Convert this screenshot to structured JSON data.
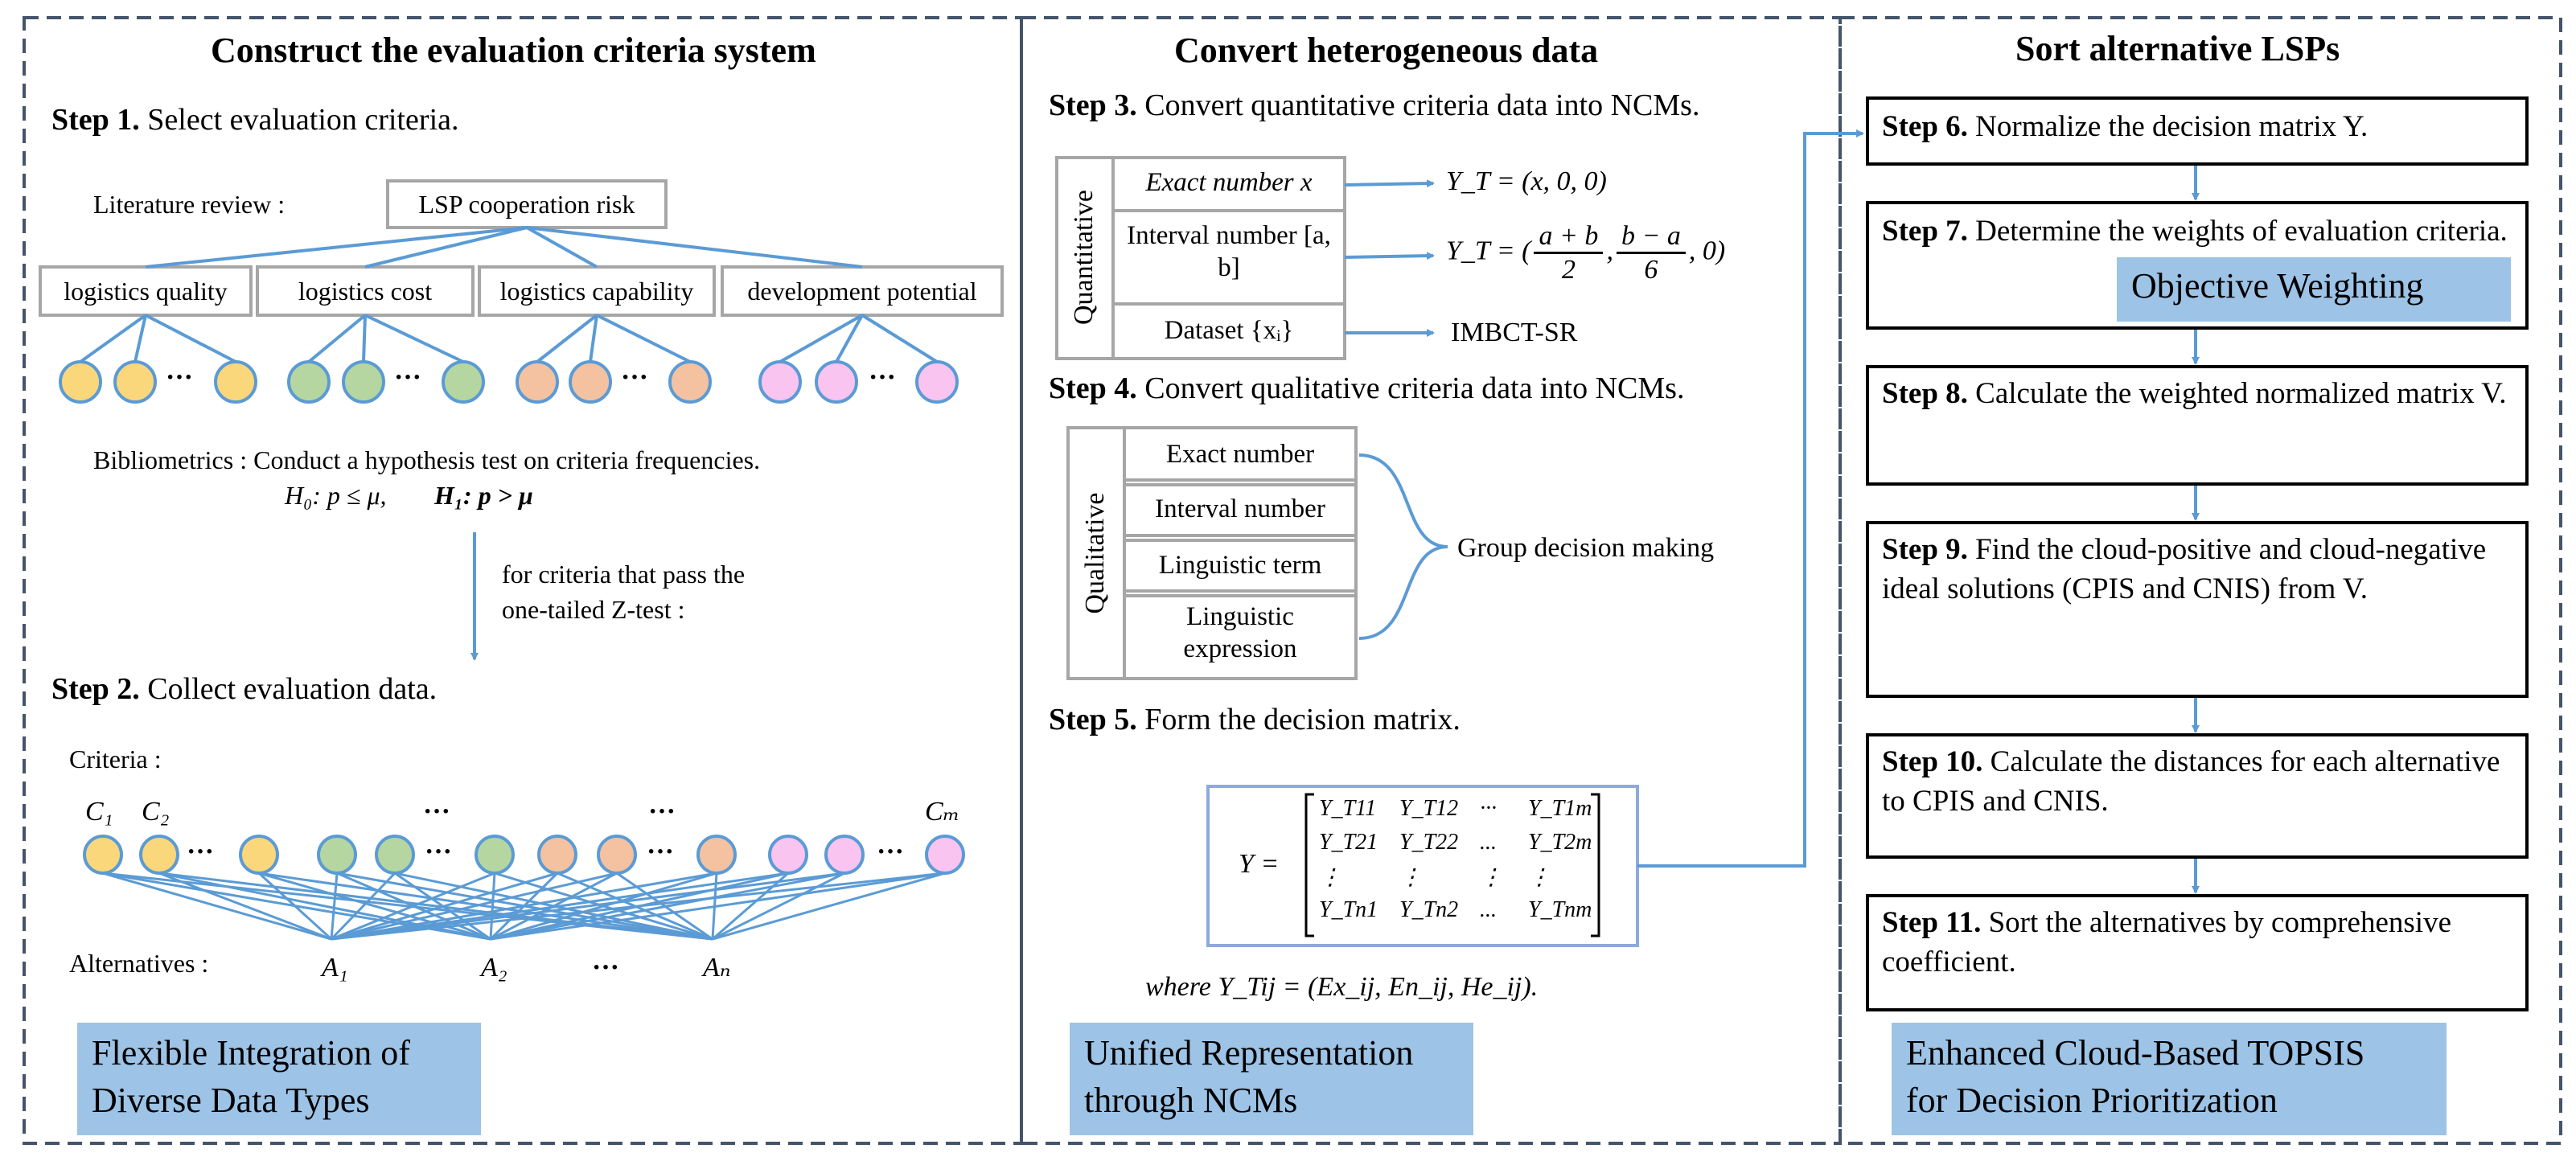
{
  "panels": {
    "left_title": "Construct the evaluation criteria system",
    "mid_title": "Convert heterogeneous data",
    "right_title": "Sort alternative LSPs"
  },
  "left": {
    "step1_key": "Step 1.",
    "step1_text": "Select evaluation criteria.",
    "lit_review": "Literature review :",
    "root_box": "LSP cooperation  risk",
    "categories": [
      "logistics quality",
      "logistics cost",
      "logistics capability",
      "development potential"
    ],
    "dots": "···",
    "biblio_line1": "Bibliometrics : Conduct a hypothesis test on criteria frequencies.",
    "h0": "H₀: p ≤ μ,",
    "h1": "H₁: p > μ",
    "pass_line1": "for criteria that pass the",
    "pass_line2": "one-tailed Z-test :",
    "step2_key": "Step 2.",
    "step2_text": "Collect evaluation data.",
    "criteria_label": "Criteria :",
    "c1": "C₁",
    "c2": "C₂",
    "cm": "Cₘ",
    "alternatives_label": "Alternatives :",
    "a1": "A₁",
    "a2": "A₂",
    "an": "Aₙ",
    "callout": [
      "Flexible Integration of",
      "Diverse Data Types"
    ]
  },
  "middle": {
    "step3_key": "Step 3.",
    "step3_text": "Convert quantitative criteria data into NCMs.",
    "quant_label": "Quantitative",
    "quant_rows": [
      "Exact number x",
      "Interval number [a, b]",
      "Dataset {xᵢ}"
    ],
    "yt1": "Y_T = (x, 0, 0)",
    "yt2_left": "Y_T = (",
    "yt2_n1": "a + b",
    "yt2_d1": "2",
    "yt2_n2": "b − a",
    "yt2_d2": "6",
    "yt2_right": ", 0)",
    "imbct": "IMBCT-SR",
    "step4_key": "Step 4.",
    "step4_text": "Convert qualitative criteria data into NCMs.",
    "qual_label": "Qualitative",
    "qual_rows": [
      "Exact number",
      "Interval number",
      "Linguistic term",
      "Linguistic expression"
    ],
    "group_decision": "Group decision making",
    "step5_key": "Step 5.",
    "step5_text": "Form the decision matrix.",
    "matrix_lhs": "Y =",
    "matrix_rows": [
      [
        "Y_T11",
        "Y_T12",
        "···",
        "Y_T1m"
      ],
      [
        "Y_T21",
        "Y_T22",
        "...",
        "Y_T2m"
      ],
      [
        "⋮",
        "⋮",
        "⋮",
        "⋮"
      ],
      [
        "Y_Tn1",
        "Y_Tn2",
        "...",
        "Y_Tnm"
      ]
    ],
    "where": "where Y_Tij = (Ex_ij, En_ij, He_ij).",
    "callout": [
      "Unified Representation",
      "through NCMs"
    ]
  },
  "right": {
    "steps": [
      {
        "key": "Step 6.",
        "text": "Normalize the decision matrix Y."
      },
      {
        "key": "Step 7.",
        "text": "Determine the weights of  evaluation criteria."
      },
      {
        "key": "Step 8.",
        "text": "Calculate the weighted normalized matrix V."
      },
      {
        "key": "Step 9.",
        "text": "Find the cloud-positive and cloud-negative ideal solutions (CPIS and CNIS) from V."
      },
      {
        "key": "Step 10.",
        "text": "Calculate the distances for each alternative to CPIS and CNIS."
      },
      {
        "key": "Step 11.",
        "text": "Sort the alternatives by comprehensive coefficient."
      }
    ],
    "objective_weighting": "Objective Weighting",
    "callout": [
      "Enhanced Cloud-Based TOPSIS",
      "for Decision Prioritization"
    ]
  },
  "colors": {
    "line": "#5b9bd5",
    "callout_bg": "#9dc3e6",
    "yellow": "#fbd77c",
    "green": "#b5d6a0",
    "orange": "#f4c2a0",
    "pink": "#f9c4ef",
    "dash": "#44546a"
  }
}
